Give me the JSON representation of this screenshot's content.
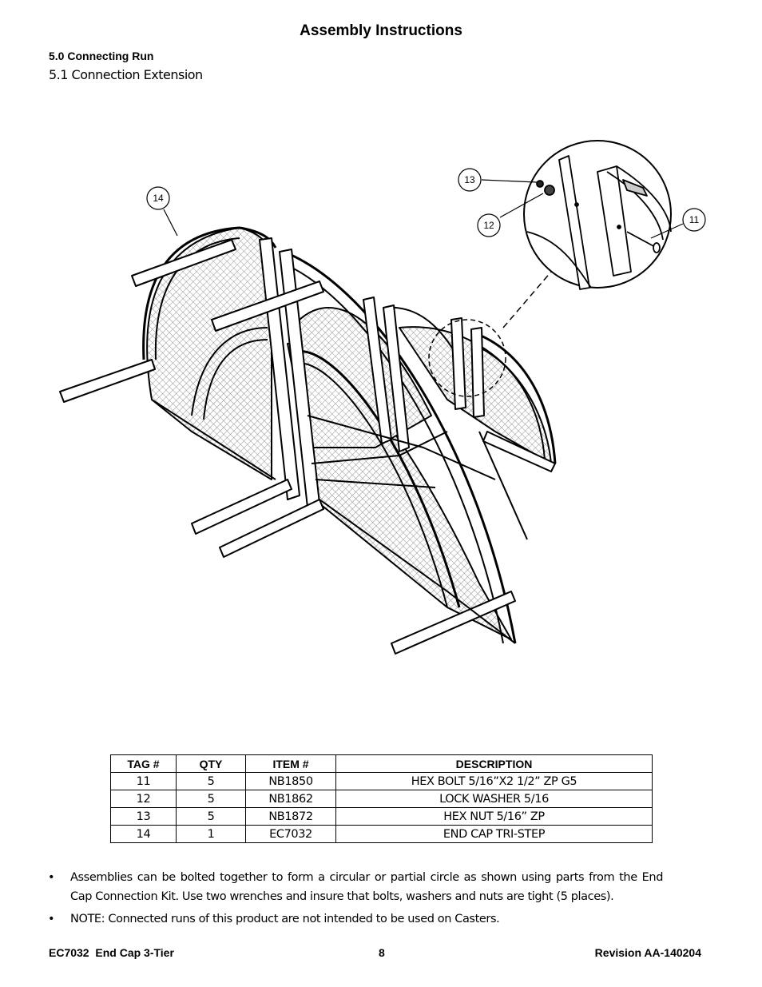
{
  "header": {
    "title": "Assembly Instructions",
    "section": "5.0 Connecting Run",
    "subsection": "5.1 Connection Extension"
  },
  "callouts": [
    "14",
    "13",
    "12",
    "11"
  ],
  "table": {
    "headers": [
      "TAG #",
      "QTY",
      "ITEM #",
      "DESCRIPTION"
    ],
    "rows": [
      [
        "11",
        "5",
        "NB1850",
        "HEX BOLT 5/16”X2 1/2” ZP G5"
      ],
      [
        "12",
        "5",
        "NB1862",
        "LOCK WASHER 5/16"
      ],
      [
        "13",
        "5",
        "NB1872",
        "HEX NUT 5/16” ZP"
      ],
      [
        "14",
        "1",
        "EC7032",
        "END CAP TRI-STEP"
      ]
    ]
  },
  "notes": [
    "Assemblies can be bolted together to form a circular or partial circle as shown using parts from the End Cap Connection Kit. Use two wrenches and insure that bolts, washers and nuts are tight (5 places).",
    "NOTE: Connected runs of this product are not intended to be used on Casters."
  ],
  "footer": {
    "left": "EC7032  End Cap 3-Tier",
    "page": "8",
    "right": "Revision AA-140204"
  }
}
